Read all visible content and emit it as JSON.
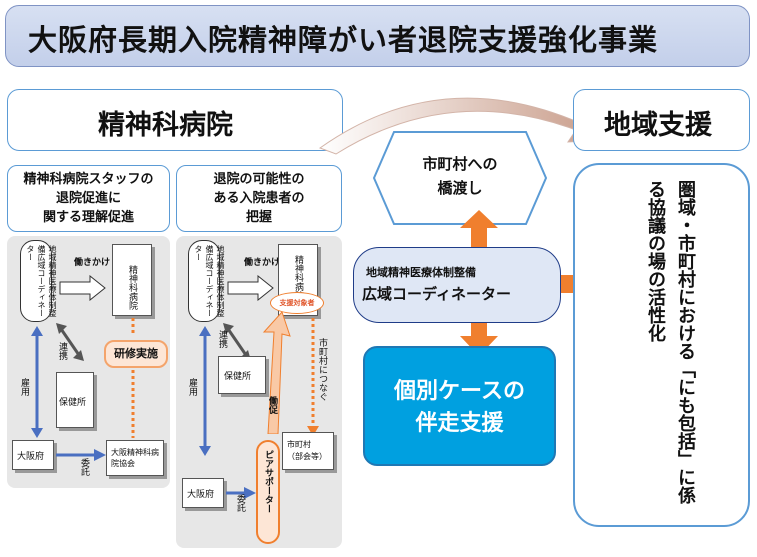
{
  "title": "大阪府長期入院精神障がい者退院支援強化事業",
  "hospital_label": "精神科病院",
  "community_label": "地域支援",
  "left_cards": {
    "card1": "精神科病院スタッフの\n退院促進に\n関する理解促進",
    "card2": "退院の可能性の\nある入院患者の\n把握"
  },
  "panel1": {
    "coordinator": "地域精神医療体制整備広域コーディネーター",
    "hatarakikake": "働きかけ",
    "hospital_doc": "精神科病院",
    "renkei": "連携",
    "training": "研修実施",
    "koyo": "雇用",
    "hokenjo": "保健所",
    "osakafu": "大阪府",
    "itaku": "委託",
    "association": "大阪精神科病院協会"
  },
  "panel2": {
    "coordinator": "地域精神医療体制整備広域コーディネーター",
    "hatarakikake": "働きかけ",
    "hospital_doc": "精神科病院",
    "target": "支援対象者",
    "renkei": "連携",
    "koyo": "雇用",
    "hokenjo": "保健所",
    "connect": "市町村につなぐ",
    "sokushin": "働促",
    "municipality": "市町村\n（部会等）",
    "osakafu": "大阪府",
    "itaku": "委託",
    "peer": "ピアサポーター"
  },
  "center": {
    "bridge": "市町村への\n橋渡し",
    "coord_small": "地域精神医療体制整備",
    "coord_big": "広域コーディネーター",
    "case": "個別ケースの\n伴走支援"
  },
  "right": {
    "vertical": "圏域・市町村における「にも包括」に係る協議の場の活性化"
  },
  "colors": {
    "orange": "#f07f2e",
    "blue": "#00a0e0",
    "title_bg": "#c9d4ee",
    "accent_line": "#5b9bd5"
  }
}
